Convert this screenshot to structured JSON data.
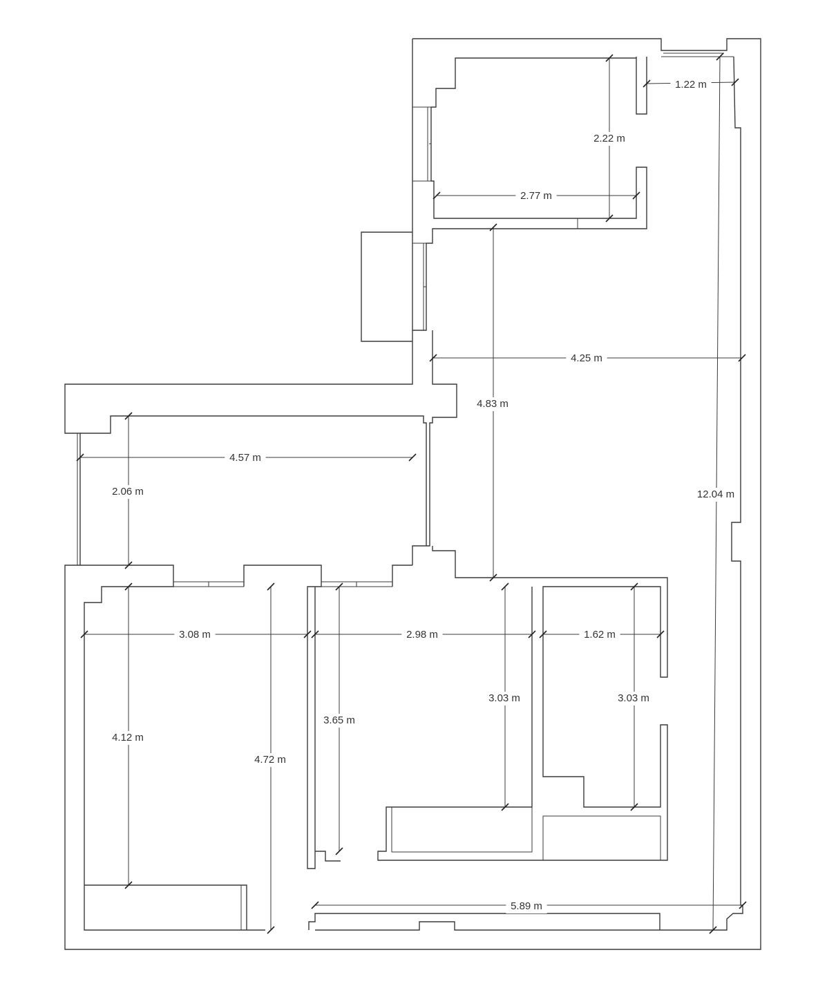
{
  "floor_plan": {
    "dimensions": [
      {
        "id": "d1",
        "label": "1.22 m"
      },
      {
        "id": "d2",
        "label": "2.22 m"
      },
      {
        "id": "d3",
        "label": "2.77 m"
      },
      {
        "id": "d4",
        "label": "4.25 m"
      },
      {
        "id": "d5",
        "label": "4.83 m"
      },
      {
        "id": "d6",
        "label": "4.57 m"
      },
      {
        "id": "d7",
        "label": "2.06 m"
      },
      {
        "id": "d8",
        "label": "12.04 m"
      },
      {
        "id": "d9",
        "label": "3.08 m"
      },
      {
        "id": "d10",
        "label": "2.98 m"
      },
      {
        "id": "d11",
        "label": "1.62 m"
      },
      {
        "id": "d12",
        "label": "3.03 m"
      },
      {
        "id": "d13",
        "label": "3.03 m"
      },
      {
        "id": "d14",
        "label": "3.65 m"
      },
      {
        "id": "d15",
        "label": "4.12 m"
      },
      {
        "id": "d16",
        "label": "4.72 m"
      },
      {
        "id": "d17",
        "label": "5.89 m"
      }
    ]
  }
}
